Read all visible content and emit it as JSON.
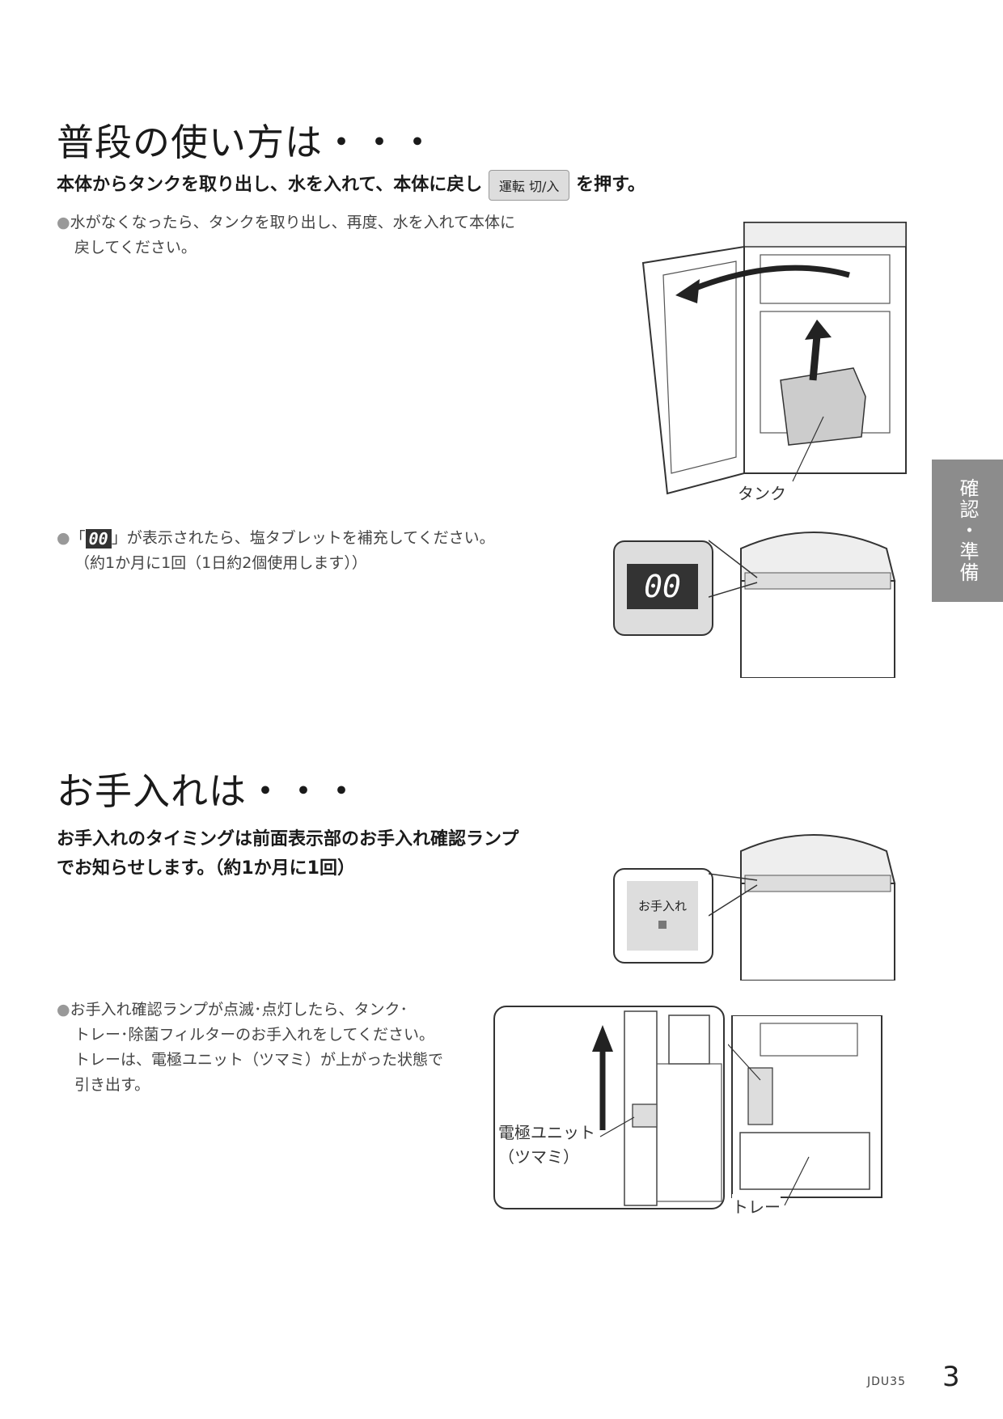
{
  "section1": {
    "title": "普段の使い方は・・・",
    "lead_before": "本体からタンクを取り出し、水を入れて、本体に戻し",
    "button_label": "運転 切/入",
    "lead_after": "を押す。",
    "bullet1_line1": "水がなくなったら、タンクを取り出し、再度、水を入れて本体に",
    "bullet1_line2": "戻してください。",
    "tank_label": "タンク",
    "display_value": "00",
    "bullet2_open": "「",
    "bullet2_close": "」が表示されたら、塩タブレットを補充してください。",
    "bullet2_line2": "（約1か月に1回（1日約2個使用します））"
  },
  "section2": {
    "title": "お手入れは・・・",
    "lead_line1": "お手入れのタイミングは前面表示部のお手入れ確認ランプ",
    "lead_line2": "でお知らせします。（約1か月に1回）",
    "lamp_label": "お手入れ",
    "bullet_line1": "お手入れ確認ランプが点滅･点灯したら、タンク･",
    "bullet_line2": "トレー･除菌フィルターのお手入れをしてください。",
    "bullet_line3": "トレーは、電極ユニット（ツマミ）が上がった状態で",
    "bullet_line4": "引き出す。",
    "electrode_label_line1": "電極ユニット",
    "electrode_label_line2": "（ツマミ）",
    "tray_label": "トレー"
  },
  "side_tab": "確認・準備",
  "footer": {
    "model": "JDU35",
    "page": "3"
  },
  "colors": {
    "tab_bg": "#8c8c8c",
    "display_bg": "#333333",
    "panel_bg": "#dddddd"
  }
}
